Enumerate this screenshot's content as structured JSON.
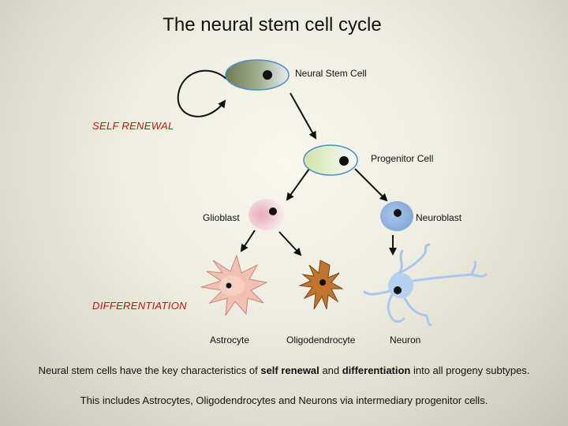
{
  "title": "The neural stem cell cycle",
  "labels": {
    "neural_stem_cell": "Neural Stem Cell",
    "progenitor_cell": "Progenitor Cell",
    "glioblast": "Glioblast",
    "neuroblast": "Neuroblast",
    "astrocyte": "Astrocyte",
    "oligodendrocyte": "Oligodendrocyte",
    "neuron": "Neuron",
    "self_renewal": "SELF RENEWAL",
    "differentiation": "DIFFERENTIATION"
  },
  "caption1": {
    "part1": "Neural stem cells have the key characteristics of ",
    "bold1": "self renewal",
    "part2": " and ",
    "bold2": "differentiation",
    "part3": " into all progeny subtypes."
  },
  "caption2": "This includes Astrocytes, Oligodendrocytes and Neurons via intermediary progenitor cells.",
  "colors": {
    "process_label": "#c0140e",
    "cell_outline": "#4b8fc7"
  }
}
